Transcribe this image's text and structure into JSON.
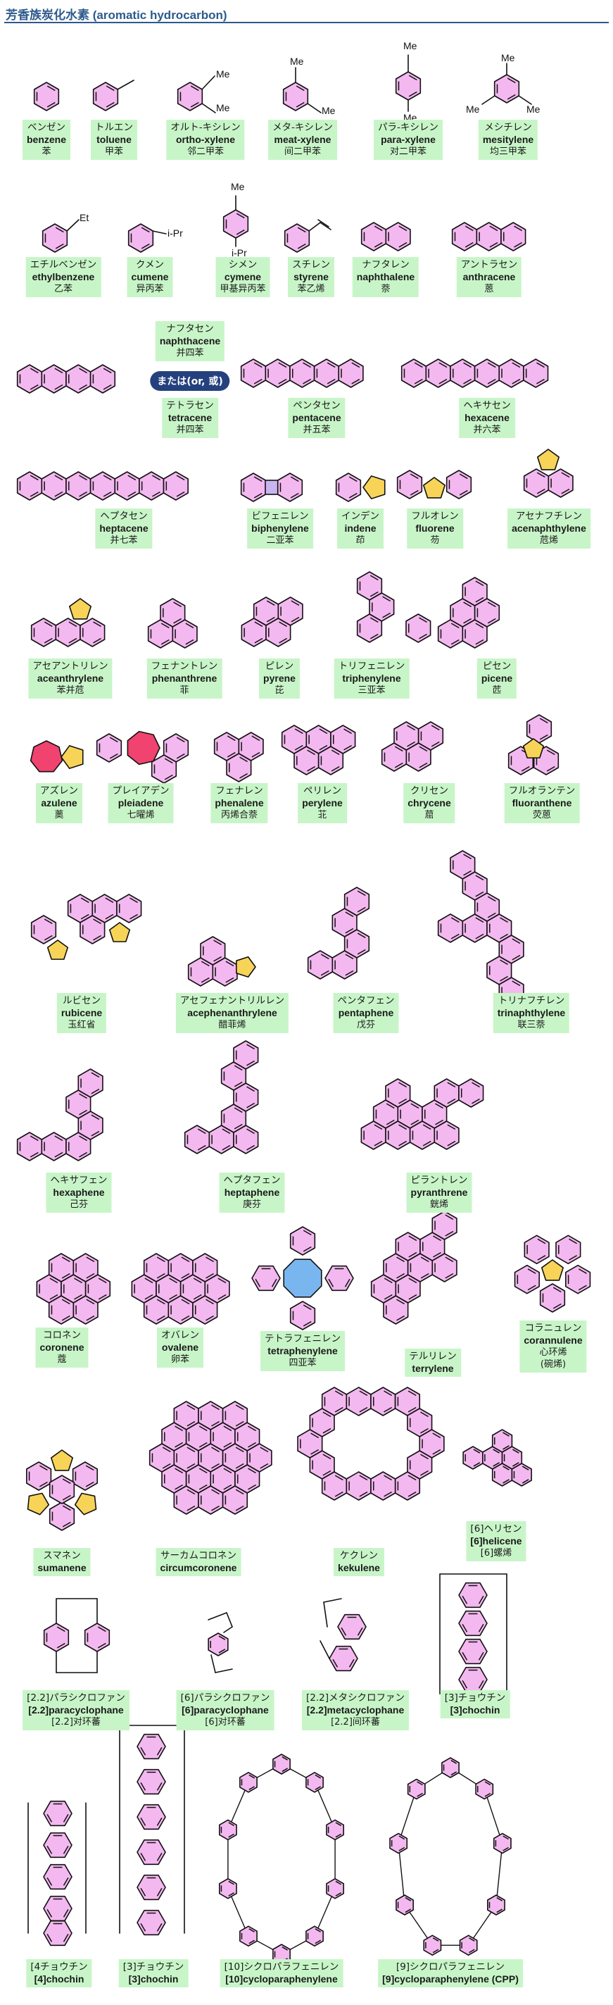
{
  "header": {
    "title": "芳香族炭化水素 (aromatic hydrocarbon)"
  },
  "substituents": {
    "me": "Me",
    "et": "Et",
    "ipr": "i-Pr"
  },
  "or_badge": "または(or, 或)",
  "colors": {
    "benzenoid_ring": "#f4b8f0",
    "five_ring": "#f7d458",
    "seven_ring": "#f0436f",
    "eight_ring": "#79b6f0",
    "four_ring": "#c7b6f0",
    "label_bg": "#c8f5c8",
    "title": "#2d5a8c",
    "badge": "#24417e"
  },
  "compounds": [
    {
      "id": "benzene",
      "ja": "ベンゼン",
      "en": "benzene",
      "cn": "苯"
    },
    {
      "id": "toluene",
      "ja": "トルエン",
      "en": "toluene",
      "cn": "甲苯"
    },
    {
      "id": "oxylene",
      "ja": "オルト-キシレン",
      "en": "ortho-xylene",
      "cn": "邻二甲苯"
    },
    {
      "id": "mxylene",
      "ja": "メタ-キシレン",
      "en": "meat-xylene",
      "cn": "间二甲苯"
    },
    {
      "id": "pxylene",
      "ja": "パラ-キシレン",
      "en": "para-xylene",
      "cn": "对二甲苯"
    },
    {
      "id": "mesitylene",
      "ja": "メシチレン",
      "en": "mesitylene",
      "cn": "均三甲苯"
    },
    {
      "id": "ethylbenzene",
      "ja": "エチルベンゼン",
      "en": "ethylbenzene",
      "cn": "乙苯"
    },
    {
      "id": "cumene",
      "ja": "クメン",
      "en": "cumene",
      "cn": "异丙苯"
    },
    {
      "id": "cymene",
      "ja": "シメン",
      "en": "cymene",
      "cn": "甲基异丙苯"
    },
    {
      "id": "styrene",
      "ja": "スチレン",
      "en": "styrene",
      "cn": "苯乙烯"
    },
    {
      "id": "naphthalene",
      "ja": "ナフタレン",
      "en": "naphthalene",
      "cn": "萘"
    },
    {
      "id": "anthracene",
      "ja": "アントラセン",
      "en": "anthracene",
      "cn": "蒽"
    },
    {
      "id": "naphthacene",
      "ja": "ナフタセン",
      "en": "naphthacene",
      "cn": "并四苯"
    },
    {
      "id": "tetracene",
      "ja": "テトラセン",
      "en": "tetracene",
      "cn": "并四苯"
    },
    {
      "id": "pentacene",
      "ja": "ペンタセン",
      "en": "pentacene",
      "cn": "并五苯"
    },
    {
      "id": "hexacene",
      "ja": "ヘキサセン",
      "en": "hexacene",
      "cn": "并六苯"
    },
    {
      "id": "heptacene",
      "ja": "ヘプタセン",
      "en": "heptacene",
      "cn": "并七苯"
    },
    {
      "id": "biphenylene",
      "ja": "ビフェニレン",
      "en": "biphenylene",
      "cn": "二亚苯"
    },
    {
      "id": "indene",
      "ja": "インデン",
      "en": "indene",
      "cn": "茚"
    },
    {
      "id": "fluorene",
      "ja": "フルオレン",
      "en": "fluorene",
      "cn": "芴"
    },
    {
      "id": "acenaphthylene",
      "ja": "アセナフチレン",
      "en": "acenaphthylene",
      "cn": "苊烯"
    },
    {
      "id": "aceanthrylene",
      "ja": "アセアントリレン",
      "en": "aceanthrylene",
      "cn": "苯并苊"
    },
    {
      "id": "phenanthrene",
      "ja": "フェナントレン",
      "en": "phenanthrene",
      "cn": "菲"
    },
    {
      "id": "pyrene",
      "ja": "ピレン",
      "en": "pyrene",
      "cn": "芘"
    },
    {
      "id": "triphenylene",
      "ja": "トリフェニレン",
      "en": "triphenylene",
      "cn": "三亚苯"
    },
    {
      "id": "picene",
      "ja": "ピセン",
      "en": "picene",
      "cn": "苉"
    },
    {
      "id": "azulene",
      "ja": "アズレン",
      "en": "azulene",
      "cn": "薁"
    },
    {
      "id": "pleiadene",
      "ja": "プレイアデン",
      "en": "pleiadene",
      "cn": "七曜烯"
    },
    {
      "id": "phenalene",
      "ja": "フェナレン",
      "en": "phenalene",
      "cn": "丙烯合萘"
    },
    {
      "id": "perylene",
      "ja": "ペリレン",
      "en": "perylene",
      "cn": "苝"
    },
    {
      "id": "chrycene",
      "ja": "クリセン",
      "en": "chrycene",
      "cn": "䓛"
    },
    {
      "id": "fluoranthene",
      "ja": "フルオランテン",
      "en": "fluoranthene",
      "cn": "荧蒽"
    },
    {
      "id": "rubicene",
      "ja": "ルビセン",
      "en": "rubicene",
      "cn": "玉红省"
    },
    {
      "id": "acephenanthrylene",
      "ja": "アセフェナントリルレン",
      "en": "acephenanthrylene",
      "cn": "醋菲烯"
    },
    {
      "id": "pentaphene",
      "ja": "ペンタフェン",
      "en": "pentaphene",
      "cn": "戊芬"
    },
    {
      "id": "trinaphthylene",
      "ja": "トリナフチレン",
      "en": "trinaphthylene",
      "cn": "联三萘"
    },
    {
      "id": "hexaphene",
      "ja": "ヘキサフェン",
      "en": "hexaphene",
      "cn": "己芬"
    },
    {
      "id": "heptaphene",
      "ja": "ヘプタフェン",
      "en": "heptaphene",
      "cn": "庚芬"
    },
    {
      "id": "pyranthrene",
      "ja": "ピラントレン",
      "en": "pyranthrene",
      "cn": "皝烯"
    },
    {
      "id": "coronene",
      "ja": "コロネン",
      "en": "coronene",
      "cn": "蔻"
    },
    {
      "id": "ovalene",
      "ja": "オバレン",
      "en": "ovalene",
      "cn": "卵苯"
    },
    {
      "id": "tetraphenylene",
      "ja": "テトラフェニレン",
      "en": "tetraphenylene",
      "cn": "四亚苯"
    },
    {
      "id": "terrylene",
      "ja": "テルリレン",
      "en": "terrylene",
      "cn": ""
    },
    {
      "id": "corannulene",
      "ja": "コラニュレン",
      "en": "corannulene",
      "cn": "心环烯",
      "cn2": "(碗烯)"
    },
    {
      "id": "sumanene",
      "ja": "スマネン",
      "en": "sumanene",
      "cn": ""
    },
    {
      "id": "circumcoronene",
      "ja": "サーカムコロネン",
      "en": "circumcoronene",
      "cn": ""
    },
    {
      "id": "kekulene",
      "ja": "ケクレン",
      "en": "kekulene",
      "cn": ""
    },
    {
      "id": "helicene",
      "ja": "[6]ヘリセン",
      "en": "[6]helicene",
      "cn": "[6]螺烯"
    },
    {
      "id": "pc22",
      "ja": "[2.2]パラシクロファン",
      "en": "[2.2]paracyclophane",
      "cn": "[2.2]对环蕃"
    },
    {
      "id": "pc6",
      "ja": "[6]パラシクロファン",
      "en": "[6]paracyclophane",
      "cn": "[6]对环蕃"
    },
    {
      "id": "mc22",
      "ja": "[2.2]メタシクロファン",
      "en": "[2.2]metacyclophane",
      "cn": "[2.2]间环蕃"
    },
    {
      "id": "chochin3a",
      "ja": "[3]チョウチン",
      "en": "[3]chochin",
      "cn": ""
    },
    {
      "id": "chochin4",
      "ja": "[4チョウチン",
      "en": "[4]chochin",
      "cn": ""
    },
    {
      "id": "chochin3b",
      "ja": "[3]チョウチン",
      "en": "[3]chochin",
      "cn": ""
    },
    {
      "id": "cpp10",
      "ja": "[10]シクロパラフェニレン",
      "en": "[10]cycloparaphenylene",
      "cn": ""
    },
    {
      "id": "cpp9",
      "ja": "[9]シクロパラフェニレン",
      "en": "[9]cycloparaphenylene (CPP)",
      "cn": ""
    }
  ]
}
